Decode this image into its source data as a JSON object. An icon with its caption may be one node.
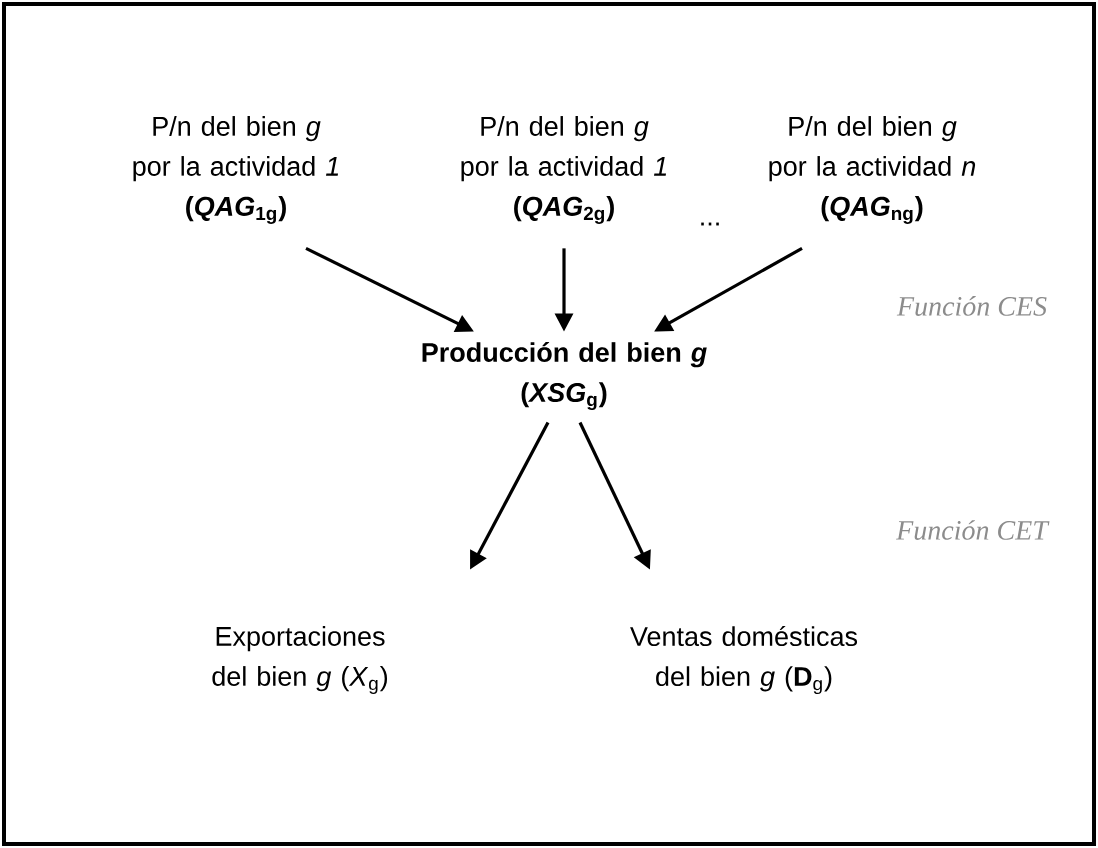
{
  "diagram": {
    "nodes": [
      {
        "text": [
          "P/n del bien *g* por la actividad *1*",
          "(*QAG*$_{1g}$)"
        ]
      },
      {
        "text": [
          "P/n del bien *g* por la actividad *1*",
          "(*QAG*$_{2g}$)"
        ]
      },
      {
        "text": [
          "P/n del bien *g* por la actividad *n*",
          "(*QAG*$_{ng}$)"
        ]
      },
      {
        "text": [
          "Producción del bien *g*",
          "(*XSG*$_{g}$)"
        ]
      },
      {
        "text": [
          "Exportaciones del bien *g* (*X*$_{g}$)"
        ]
      },
      {
        "text": [
          "Ventas domésticas del bien *g* (**D**$_{g}$)"
        ]
      }
    ],
    "edges": [
      {
        "from": 0,
        "to": 3,
        "arrow": "to"
      },
      {
        "from": 1,
        "to": 3,
        "arrow": "to"
      },
      {
        "from": 2,
        "to": 3,
        "arrow": "to"
      },
      {
        "from": 3,
        "to": 4,
        "arrow": "to"
      },
      {
        "from": 3,
        "to": 5,
        "arrow": "to"
      }
    ],
    "labels": [
      "...",
      "Función CES",
      "Función CET"
    ]
  }
}
